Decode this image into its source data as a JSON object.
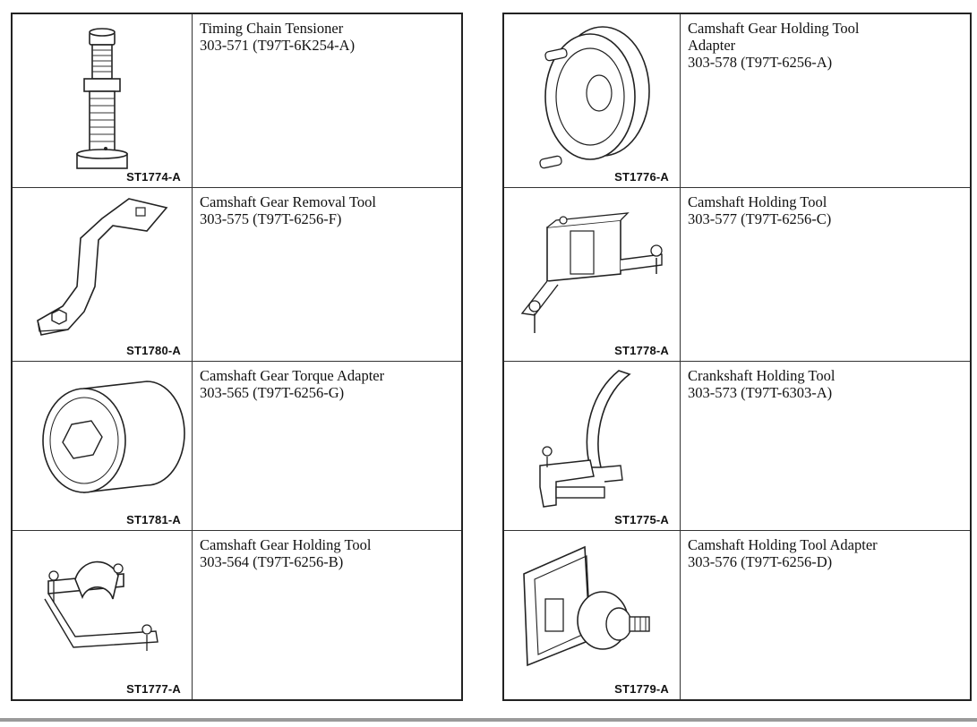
{
  "tools_left": [
    {
      "code": "ST1774-A",
      "name": "Timing Chain Tensioner",
      "number": "303-571 (T97T-6K254-A)",
      "icon": "timing-chain-tensioner-icon"
    },
    {
      "code": "ST1780-A",
      "name": "Camshaft Gear Removal Tool",
      "number": "303-575 (T97T-6256-F)",
      "icon": "camshaft-gear-removal-tool-icon"
    },
    {
      "code": "ST1781-A",
      "name": "Camshaft Gear Torque Adapter",
      "number": "303-565 (T97T-6256-G)",
      "icon": "camshaft-gear-torque-adapter-icon"
    },
    {
      "code": "ST1777-A",
      "name": "Camshaft Gear Holding Tool",
      "number": "303-564 (T97T-6256-B)",
      "icon": "camshaft-gear-holding-tool-icon"
    }
  ],
  "tools_right": [
    {
      "code": "ST1776-A",
      "name": "Camshaft Gear Holding Tool",
      "name2": "Adapter",
      "number": "303-578 (T97T-6256-A)",
      "icon": "camshaft-gear-holding-tool-adapter-icon"
    },
    {
      "code": "ST1778-A",
      "name": "Camshaft Holding Tool",
      "number": "303-577 (T97T-6256-C)",
      "icon": "camshaft-holding-tool-icon"
    },
    {
      "code": "ST1775-A",
      "name": "Crankshaft Holding Tool",
      "number": "303-573 (T97T-6303-A)",
      "icon": "crankshaft-holding-tool-icon"
    },
    {
      "code": "ST1779-A",
      "name": "Camshaft Holding Tool Adapter",
      "number": "303-576 (T97T-6256-D)",
      "icon": "camshaft-holding-tool-adapter-icon"
    }
  ]
}
